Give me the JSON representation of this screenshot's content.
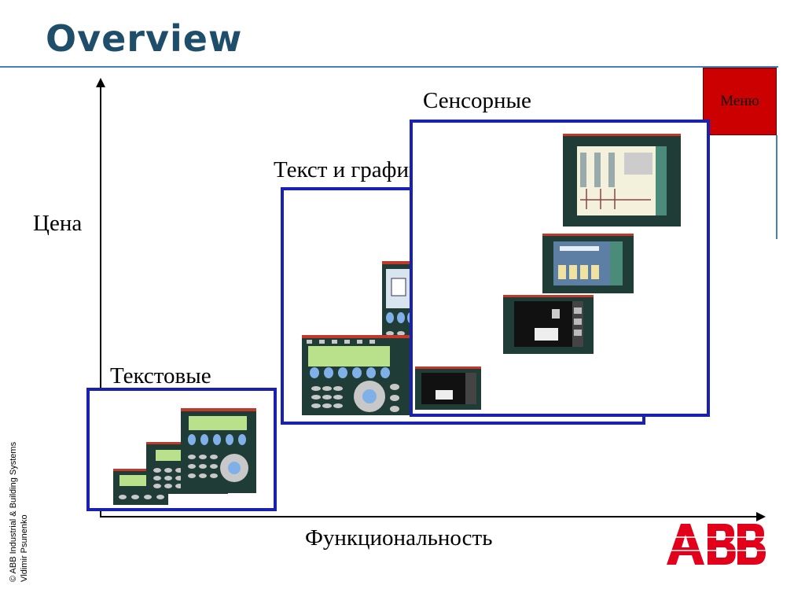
{
  "slide": {
    "title": "Overview",
    "menu_label": "Меню",
    "axis_y_label": "Цена",
    "axis_x_label": "Функциональность",
    "categories": {
      "text": "Текстовые",
      "text_graphic": "Текст и графика",
      "touch": "Сенсорные"
    },
    "copyright_line1": "© ABB Industrial & Building Systems",
    "copyright_line2": "Vldimir Psunenko",
    "logo_text": "ABB"
  },
  "colors": {
    "title": "#1f4e6b",
    "rule": "#4a7fb5",
    "menu_bg": "#cc0000",
    "box_border": "#1a20b0",
    "logo_red": "#e2001a",
    "panel_body": "#1f3d36",
    "panel_screen": "#b9e08a",
    "key_blue": "#7fb1e8",
    "key_grey": "#c8c8c8"
  },
  "icons": [
    "logo-abb",
    "operator-panel-icon",
    "touch-screen-icon"
  ]
}
